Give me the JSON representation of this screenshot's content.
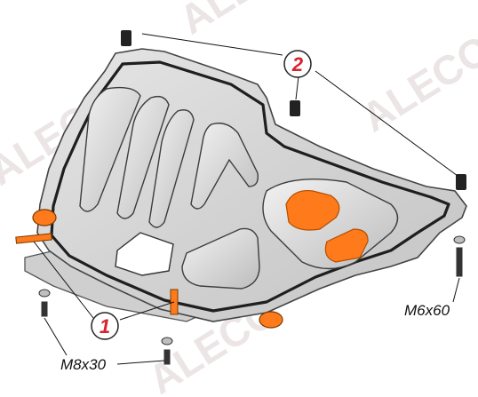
{
  "watermark": {
    "text": "ALECO",
    "color": "#e9e4e2"
  },
  "callouts": [
    {
      "number": "1",
      "part": "bracket"
    },
    {
      "number": "2",
      "part": "bushing"
    }
  ],
  "fasteners": {
    "left_bolt_size": "M8x30",
    "right_bolt_size": "M6x60"
  },
  "colors": {
    "plate": "#d9d9d9",
    "plate_dark": "#aeaeae",
    "accent": "#ff7a1a",
    "callout_number": "#d8232a"
  }
}
